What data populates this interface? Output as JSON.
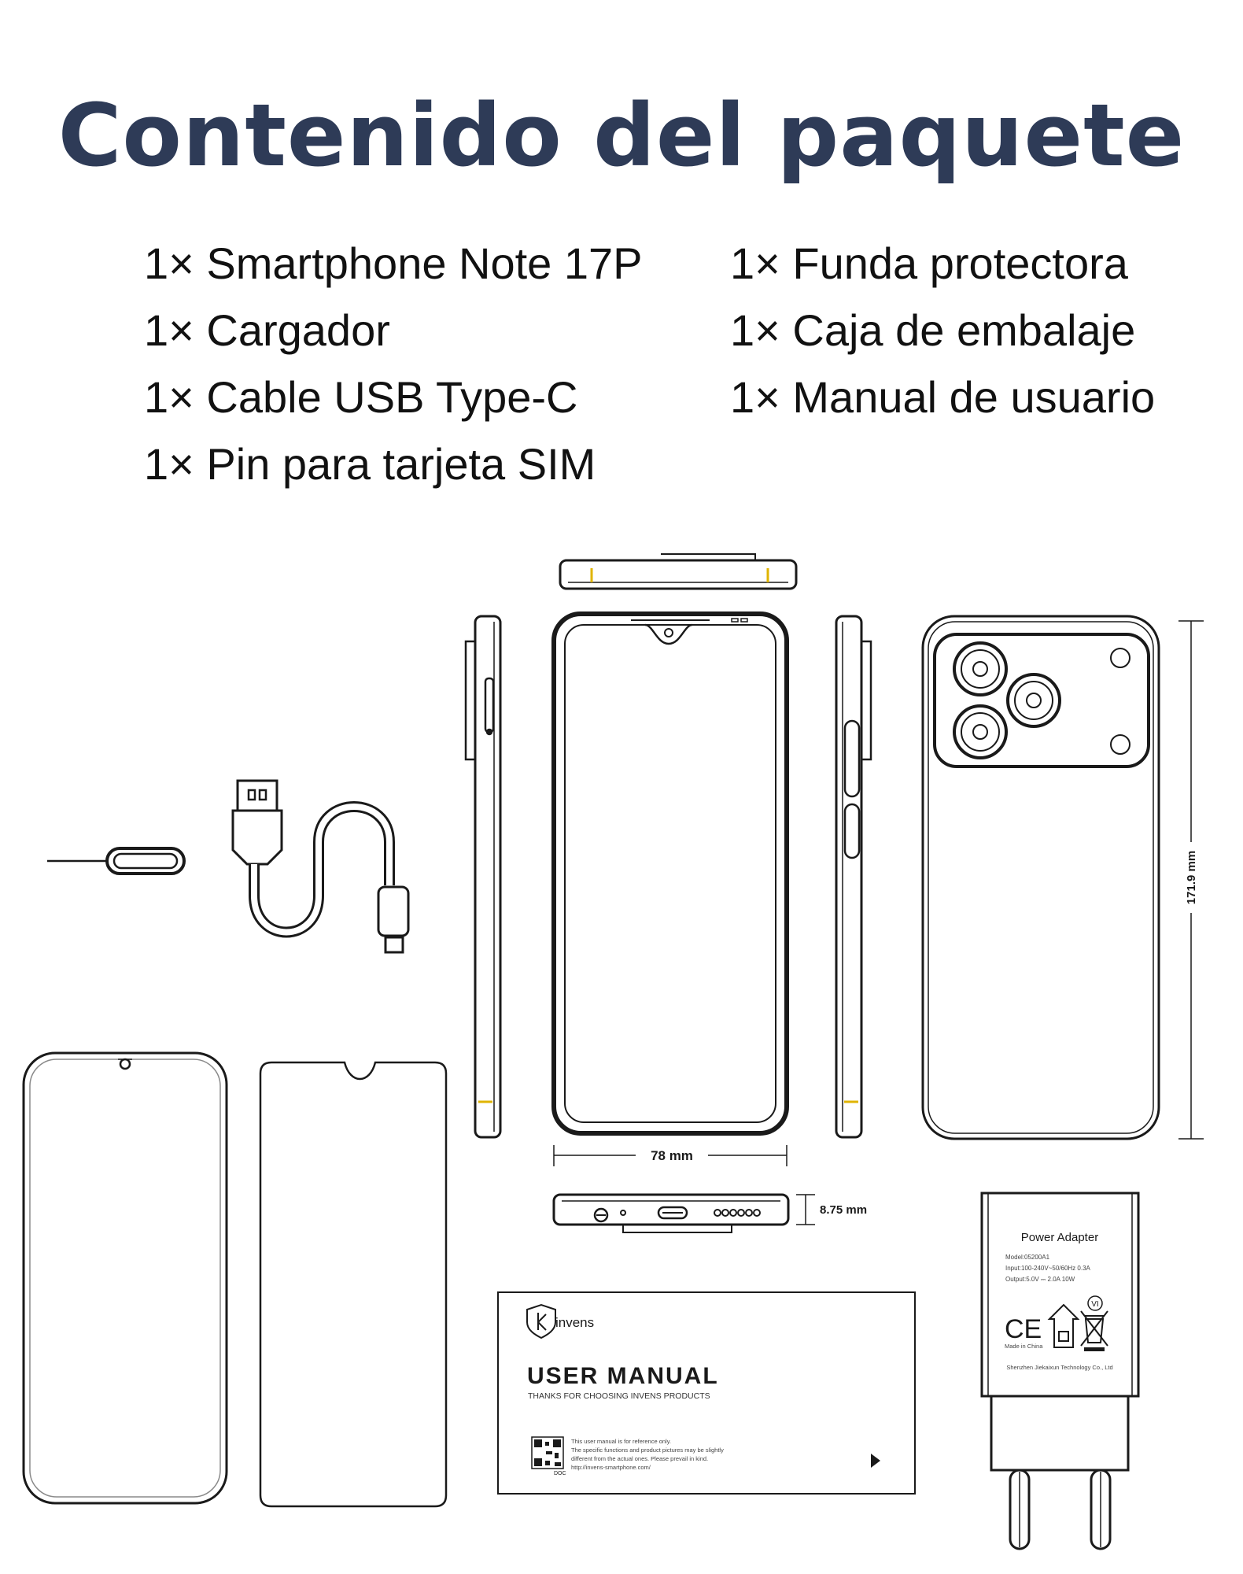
{
  "title": "Contenido del paquete",
  "items_left": [
    "1× Smartphone Note 17P",
    "1× Cargador",
    "1× Cable USB Type-C",
    "1× Pin para tarjeta SIM"
  ],
  "items_right": [
    "1× Funda protectora",
    "1× Caja de embalaje",
    "1× Manual de usuario"
  ],
  "dimensions": {
    "width": "78 mm",
    "thickness": "8.75 mm",
    "height": "171.9 mm"
  },
  "manual": {
    "brand": "invens",
    "heading": "USER MANUAL",
    "subheading": "THANKS FOR CHOOSING INVENS PRODUCTS",
    "note_line1": "This user manual is for reference only.",
    "note_line2": "The specific functions and product pictures may be slightly",
    "note_line3": "different from the actual ones. Please prevail in kind.",
    "note_line4": "http://invens-smartphone.com/",
    "qr_label": "DOC"
  },
  "adapter": {
    "label": "Power Adapter",
    "model": "Model:05200A1",
    "input": "Input:100-240V~50/60Hz 0.3A",
    "output": "Output:5.0V ⎓ 2.0A 10W",
    "efficiency": "VI",
    "made_in": "Made in China",
    "company": "Shenzhen Jiekaixun Technology Co., Ltd",
    "ce_mark": "CE"
  },
  "colors": {
    "title": "#2e3b57",
    "text": "#111111",
    "line": "#1a1a1a",
    "accent": "#e0b400"
  },
  "icons": {
    "ce": "ce-mark-icon",
    "home": "indoor-use-icon",
    "bin": "weee-bin-icon",
    "play": "play-triangle-icon"
  }
}
